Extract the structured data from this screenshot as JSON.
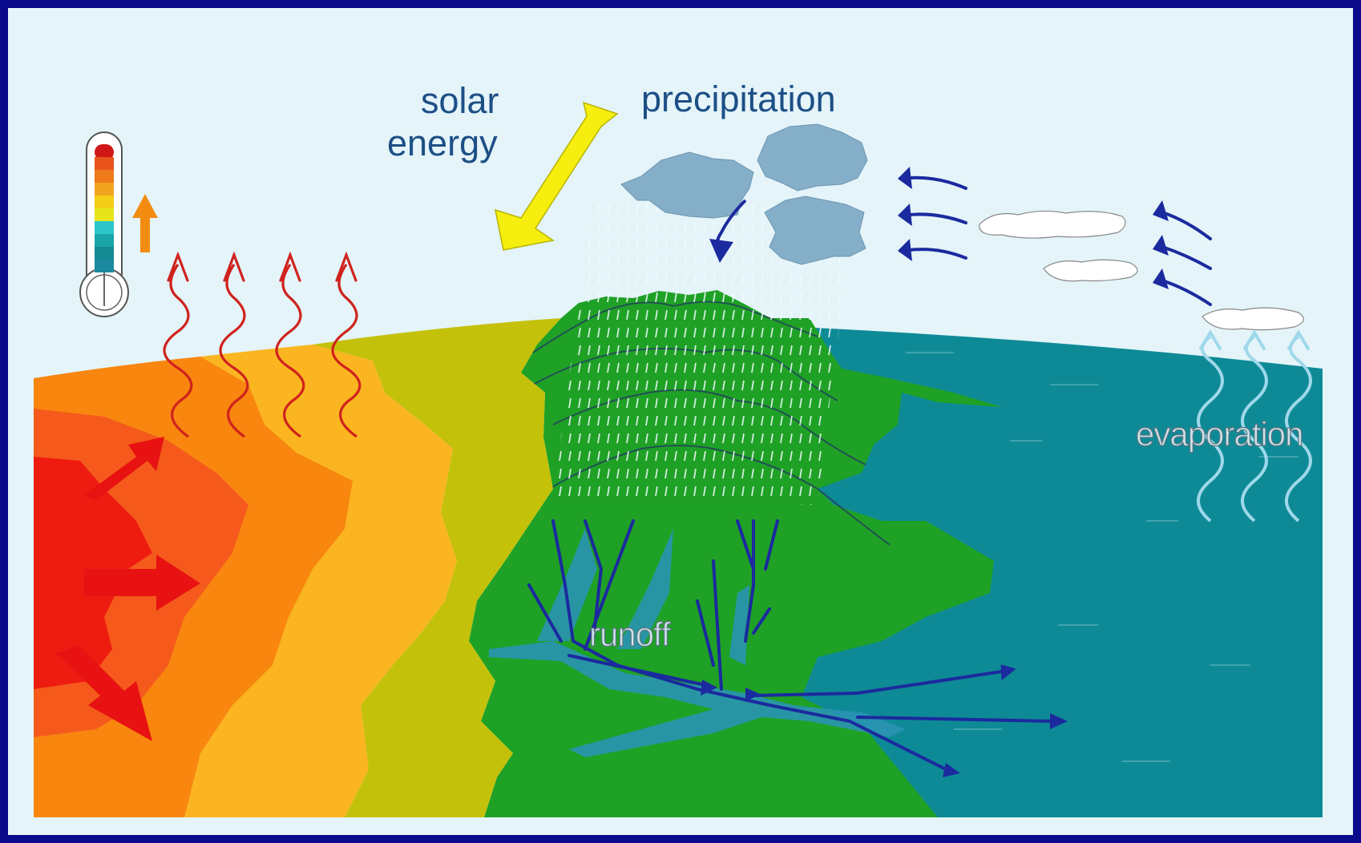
{
  "labels": {
    "solar_line1": "solar",
    "solar_line2": "energy",
    "precipitation": "precipitation",
    "evaporation": "evaporation",
    "runoff": "runoff"
  },
  "colors": {
    "frame": "#0a0a8c",
    "sky": "#e4f4f9",
    "ocean": "#0e8a96",
    "land_green": "#1fa126",
    "desert_red": "#ee1c10",
    "sun_arrow": "#f5ee0e",
    "river": "#1b2a9e",
    "heat_wave": "#d0221d",
    "evap_wave": "#9fd8ea",
    "cloud": "#85aec8"
  },
  "icons": [
    "thermometer-icon",
    "up-arrow-icon",
    "sun-arrow-icon",
    "rain-cloud-icon"
  ]
}
